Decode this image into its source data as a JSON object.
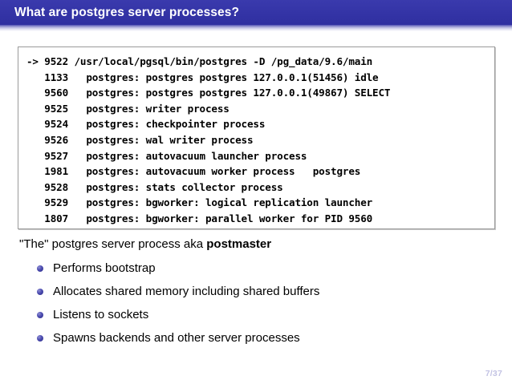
{
  "slide": {
    "title": "What are postgres server processes?",
    "title_bar_color": "#3333a6",
    "background_color": "#ffffff"
  },
  "code_block": {
    "border_color": "#9a9a9a",
    "text_color": "#000000",
    "lines": [
      "-> 9522 /usr/local/pgsql/bin/postgres -D /pg_data/9.6/main",
      "   1133   postgres: postgres postgres 127.0.0.1(51456) idle",
      "   9560   postgres: postgres postgres 127.0.0.1(49867) SELECT",
      "   9525   postgres: writer process",
      "   9524   postgres: checkpointer process",
      "   9526   postgres: wal writer process",
      "   9527   postgres: autovacuum launcher process",
      "   1981   postgres: autovacuum worker process   postgres",
      "   9528   postgres: stats collector process",
      "   9529   postgres: bgworker: logical replication launcher",
      "   1807   postgres: bgworker: parallel worker for PID 9560"
    ],
    "full_text": "-> 9522 /usr/local/pgsql/bin/postgres -D /pg_data/9.6/main\n   1133   postgres: postgres postgres 127.0.0.1(51456) idle\n   9560   postgres: postgres postgres 127.0.0.1(49867) SELECT\n   9525   postgres: writer process\n   9524   postgres: checkpointer process\n   9526   postgres: wal writer process\n   9527   postgres: autovacuum launcher process\n   1981   postgres: autovacuum worker process   postgres\n   9528   postgres: stats collector process\n   9529   postgres: bgworker: logical replication launcher\n   1807   postgres: bgworker: parallel worker for PID 9560"
  },
  "content": {
    "lead_prefix": "\"The\" postgres server process aka ",
    "lead_emphasis": "postmaster",
    "bullet_color": "#3a3a9e",
    "bullets": [
      {
        "label": "Performs bootstrap"
      },
      {
        "label": "Allocates shared memory including shared buffers"
      },
      {
        "label": "Listens to sockets"
      },
      {
        "label": "Spawns backends and other server processes"
      }
    ]
  },
  "footer": {
    "page_indicator": "7/37",
    "page_indicator_color": "#c3c3e4"
  }
}
